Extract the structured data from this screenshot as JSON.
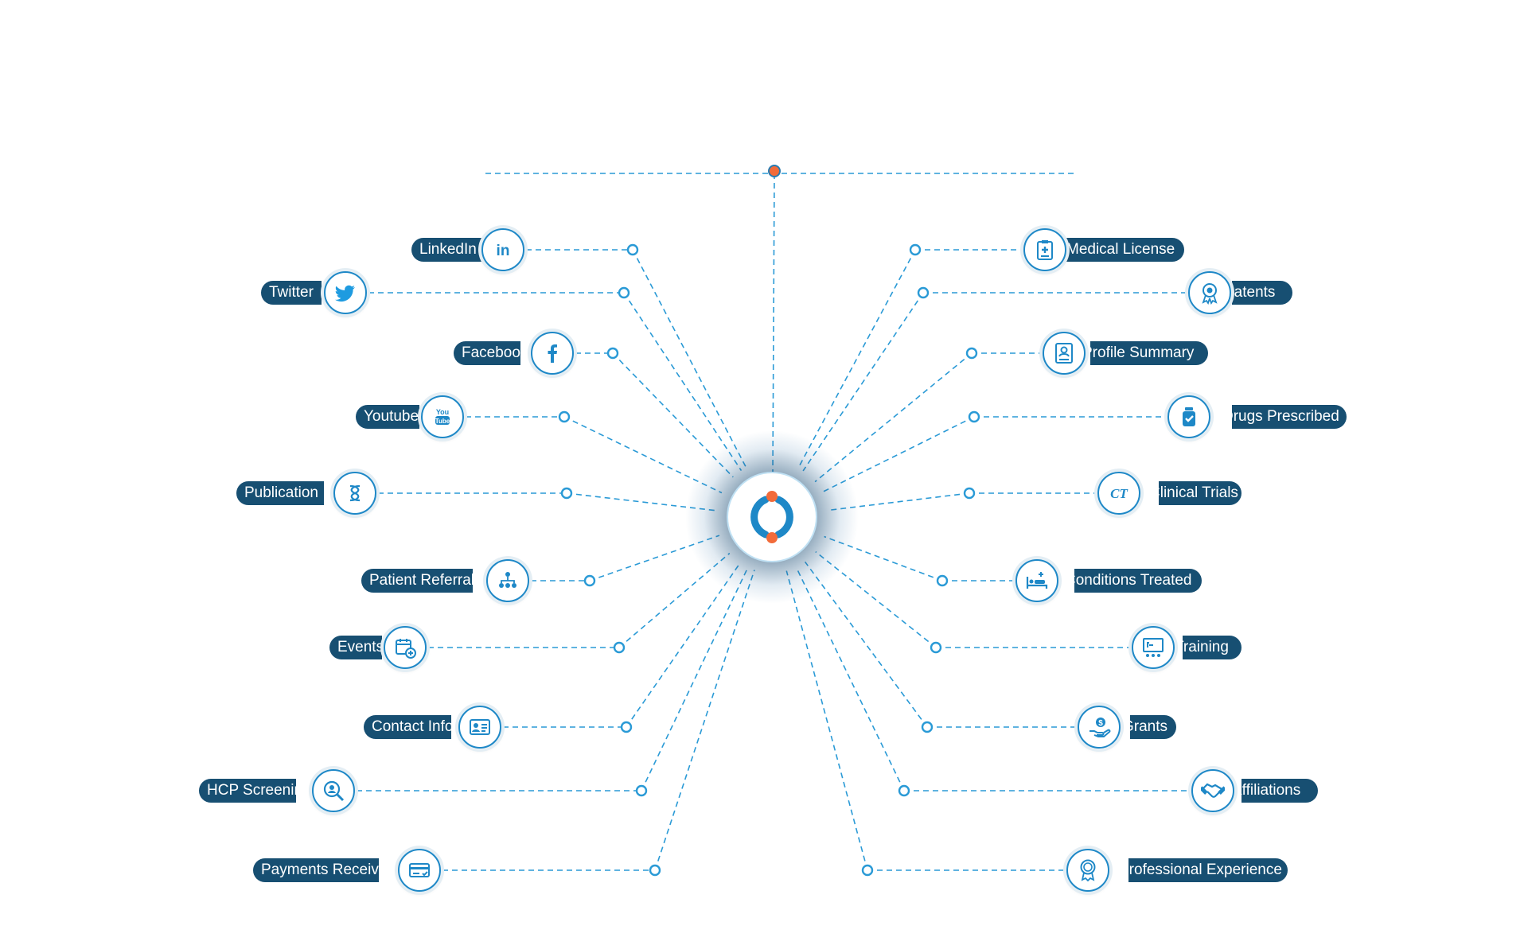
{
  "hub": {
    "logo_name": "hub-logo-icon",
    "accent": "#1e88c7",
    "dot_color": "#f26b3a"
  },
  "colors": {
    "line": "#2a9ad6",
    "pill": "#174f72",
    "icon": "#1e88c7"
  },
  "left_items": [
    {
      "label": "LinkedIn",
      "icon": "linkedin-icon"
    },
    {
      "label": "Twitter",
      "icon": "twitter-icon"
    },
    {
      "label": "Faceboo",
      "icon": "facebook-icon"
    },
    {
      "label": "Youtube",
      "icon": "youtube-icon"
    },
    {
      "label": "Publication",
      "icon": "publication-icon"
    },
    {
      "label": "Patient Referral",
      "icon": "referral-network-icon"
    },
    {
      "label": "Events",
      "icon": "calendar-add-icon"
    },
    {
      "label": "Contact Info",
      "icon": "contact-card-icon"
    },
    {
      "label": "HCP Screenin",
      "icon": "search-user-icon"
    },
    {
      "label": "Payments Receive",
      "icon": "credit-card-icon"
    }
  ],
  "right_items": [
    {
      "label": "Medical License",
      "icon": "medical-license-icon"
    },
    {
      "label": "Patents",
      "icon": "award-seal-icon"
    },
    {
      "label": "Profile Summary",
      "icon": "profile-document-icon"
    },
    {
      "label": "Drugs Prescribed",
      "icon": "medicine-bottle-icon"
    },
    {
      "label": "Clinical Trials",
      "icon": "ct-icon",
      "icon_text": "CT"
    },
    {
      "label": "Conditions Treated",
      "icon": "hospital-bed-icon"
    },
    {
      "label": "Training",
      "icon": "presentation-board-icon"
    },
    {
      "label": "Grants",
      "icon": "hand-money-icon"
    },
    {
      "label": "Affiliations",
      "icon": "handshake-icon"
    },
    {
      "label": "Professional Experience",
      "icon": "certificate-ribbon-icon"
    }
  ]
}
